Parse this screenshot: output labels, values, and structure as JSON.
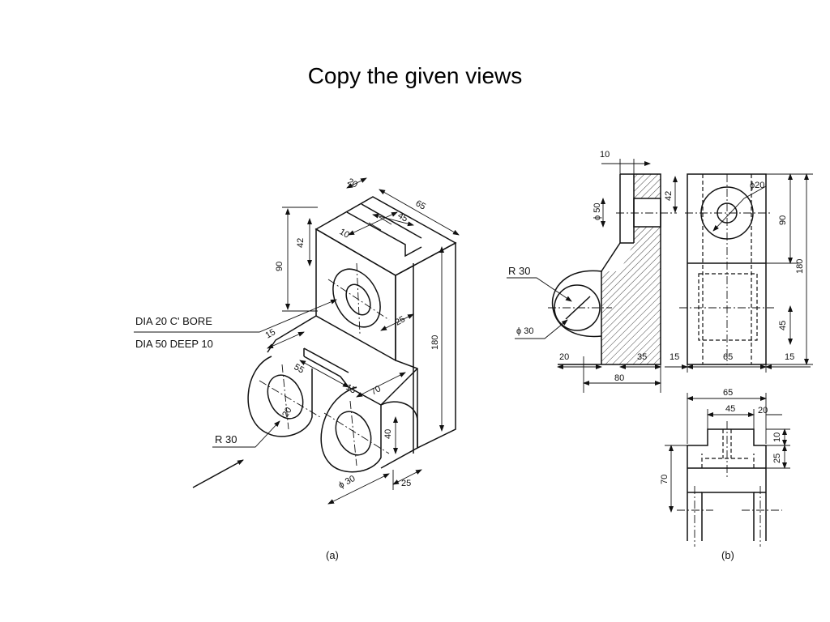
{
  "slide": {
    "title": "Copy the given views"
  },
  "view_a": {
    "caption": "(a)",
    "notes": {
      "bore_line1": "DIA 20 C' BORE",
      "bore_line2": "DIA 50 DEEP 10",
      "radius": "R 30"
    },
    "dims": {
      "d20_top": "20",
      "d65_top": "65",
      "d45_top": "45",
      "d10_top": "10",
      "d90": "90",
      "d42": "42",
      "d180": "180",
      "d25_mid": "25",
      "d15_left": "15",
      "d55": "55",
      "d15_mid": "15",
      "d70": "70",
      "d20_hole": "20",
      "d40": "40",
      "d30_dia": "ϕ 30",
      "d25_bottom": "25"
    }
  },
  "view_b": {
    "caption": "(b)",
    "notes": {
      "radius": "R 30",
      "dia30": "ϕ 30"
    },
    "dims": {
      "s10": "10",
      "s50": "ϕ 50",
      "s42": "42",
      "s20": "20",
      "s35": "35",
      "s80": "80",
      "s15a": "15",
      "f20": "ϕ20",
      "f90": "90",
      "f180": "180",
      "f45": "45",
      "f65": "65",
      "f15": "15",
      "p65": "65",
      "p45": "45",
      "p20": "20",
      "p10": "10",
      "p25": "25",
      "p70": "70"
    }
  }
}
